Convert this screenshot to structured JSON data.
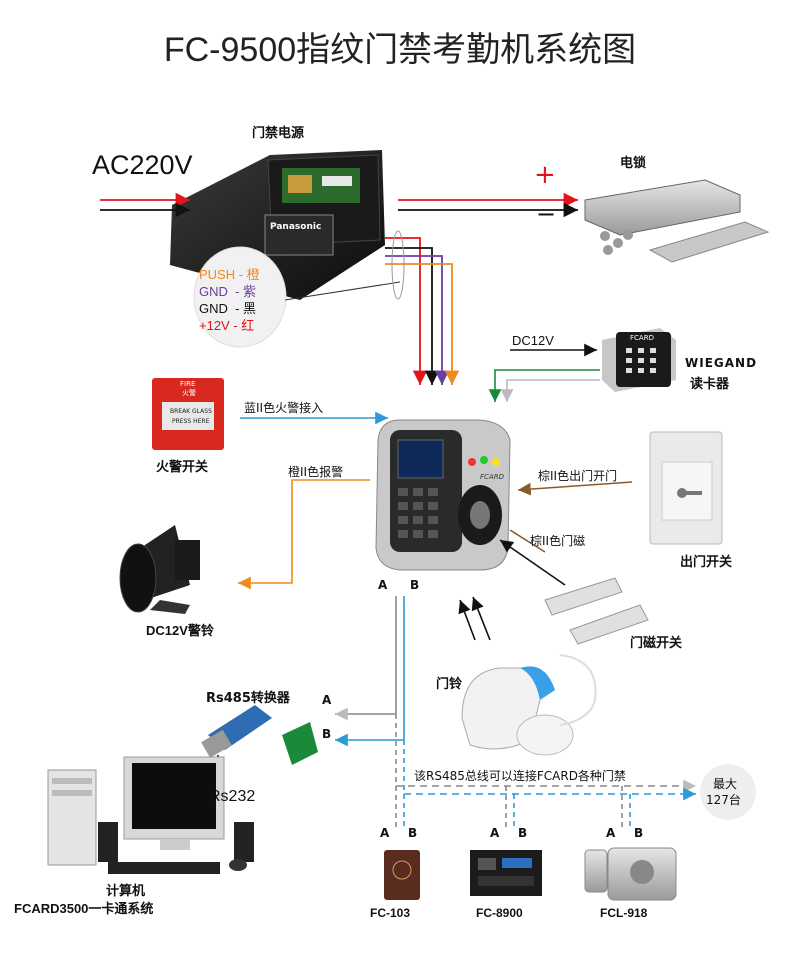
{
  "title": "FC-9500指纹门禁考勤机系统图",
  "power": {
    "label": "门禁电源",
    "ac": "AC220V",
    "brand": "Panasonic",
    "plus": "+",
    "minus": "−"
  },
  "wires": [
    {
      "text": "PUSH - 橙",
      "color": "#f08a1c"
    },
    {
      "text": "GND  - 紫",
      "color": "#6b3fa0"
    },
    {
      "text": "GND  - 黑",
      "color": "#111111"
    },
    {
      "text": "+12V - 红",
      "color": "#e3141b"
    }
  ],
  "lock": {
    "label": "电锁"
  },
  "reader": {
    "dc": "DC12V",
    "name1": "WIEGAND",
    "name2": "读卡器",
    "brand": "FCARD"
  },
  "fire": {
    "top1": "FIRE",
    "top2": "火警",
    "label": "火警开关",
    "line": "蓝II色火警接入",
    "glass1": "BREAK GLASS",
    "glass2": "PRESS HERE"
  },
  "alarm": {
    "line": "橙II色报警",
    "label": "DC12V警铃"
  },
  "exit": {
    "line": "棕II色出门开门",
    "label": "出门开关"
  },
  "door": {
    "line": "棕II色门磁",
    "label": "门磁开关"
  },
  "bell": {
    "label": "门铃"
  },
  "terminal": {
    "brand": "FCARD"
  },
  "ab": {
    "a": "A",
    "b": "B"
  },
  "rs485": {
    "label": "Rs485转换器",
    "rs232": "Rs232",
    "a": "A",
    "b": "B"
  },
  "bus": {
    "text": "该RS485总线可以连接FCARD各种门禁",
    "max1": "最大",
    "max2": "127台"
  },
  "computer": {
    "line1": "计算机",
    "line2": "FCARD3500一卡通系统"
  },
  "devices": [
    {
      "name": "FC-103",
      "a": "A",
      "b": "B"
    },
    {
      "name": "FC-8900",
      "a": "A",
      "b": "B"
    },
    {
      "name": "FCL-918",
      "a": "A",
      "b": "B"
    }
  ],
  "colors": {
    "blue": "#2c9ad6",
    "orange": "#f08a1c",
    "brown": "#8a5a2b",
    "green": "#1a8a3a",
    "red": "#e3141b",
    "purple": "#6b3fa0"
  }
}
